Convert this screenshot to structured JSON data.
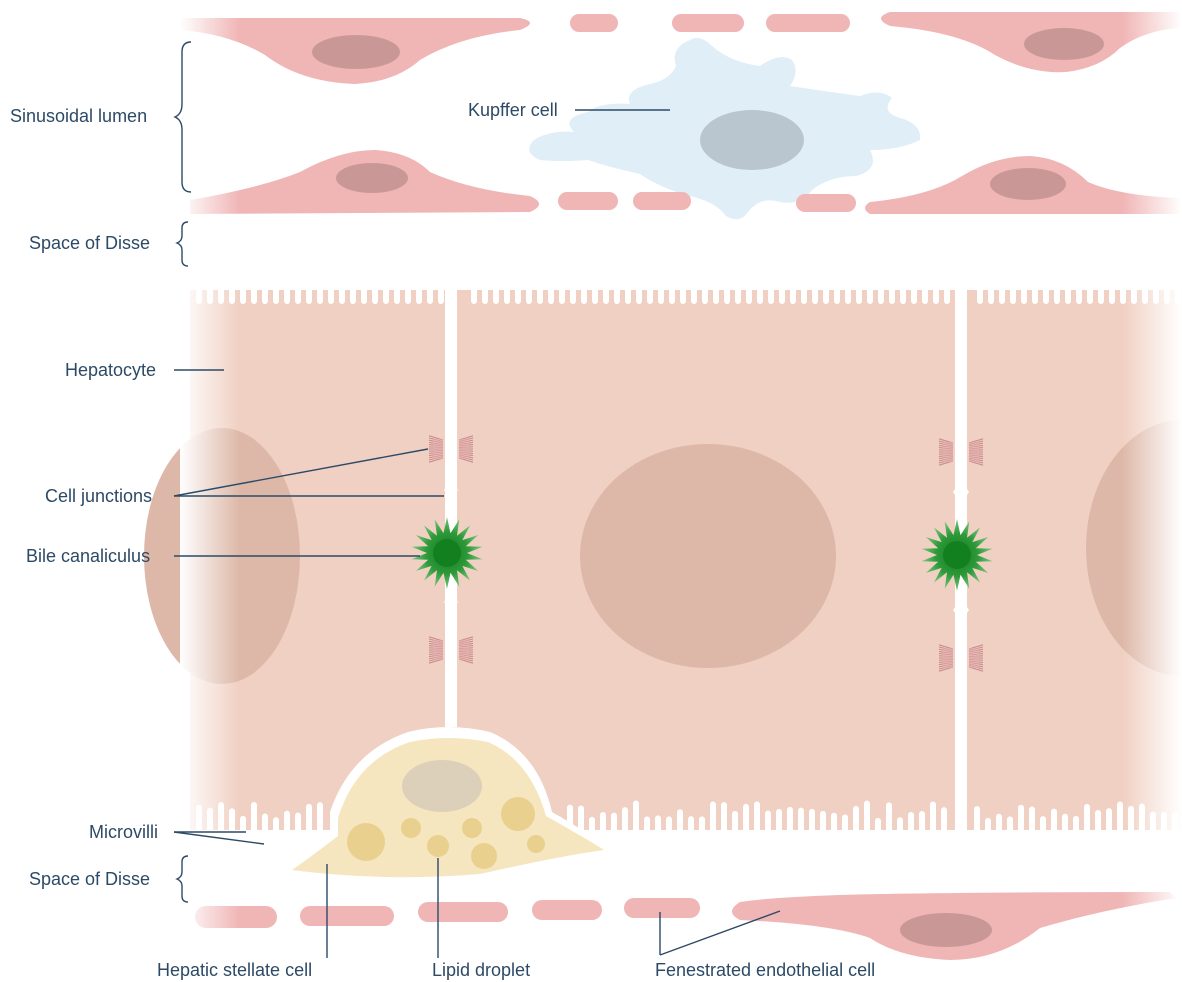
{
  "labels": {
    "sinusoidal_lumen": "Sinusoidal lumen",
    "kupffer_cell": "Kupffer cell",
    "space_of_disse_top": "Space of Disse",
    "hepatocyte": "Hepatocyte",
    "cell_junctions": "Cell junctions",
    "bile_canaliculus": "Bile canaliculus",
    "microvilli": "Microvilli",
    "space_of_disse_bottom": "Space of Disse",
    "hepatic_stellate_cell": "Hepatic stellate cell",
    "lipid_droplet": "Lipid droplet",
    "fenestrated_endothelial_cell": "Fenestrated endothelial cell"
  },
  "colors": {
    "label_text": "#2c4a66",
    "leader_line": "#2c4a66",
    "endothelial": "#f0b5b5",
    "endothelial_nucleus": "#c99896",
    "kupffer": "#e0eef8",
    "kupffer_nucleus": "#b9c6cf",
    "hepatocyte": "#f0d0c2",
    "hepatocyte_nucleus": "#ddb8a8",
    "stellate": "#f5e6bf",
    "lipid": "#ead08e",
    "canaliculus": "#2f9a3a",
    "junction": "#c98b8b"
  }
}
